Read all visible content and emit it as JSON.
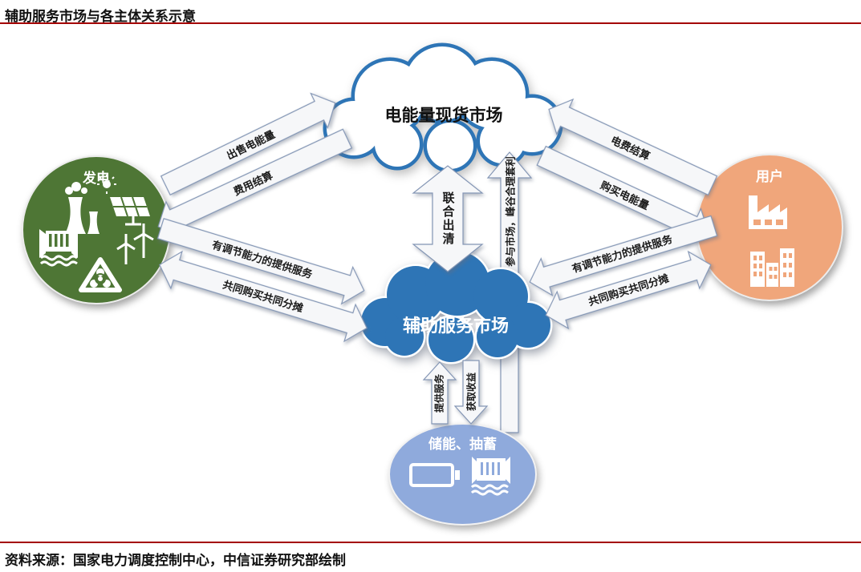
{
  "page": {
    "title": "辅助服务市场与各主体关系示意",
    "source": "资料来源：国家电力调度控制中心，中信证券研究部绘制"
  },
  "nodes": {
    "spot_market": {
      "label": "电能量现货市场"
    },
    "ancillary_market": {
      "label": "辅助服务市场"
    },
    "generation": {
      "label": "发电",
      "icons": [
        "cooling-tower-icon",
        "solar-panel-icon",
        "hydro-dam-icon",
        "wind-turbine-icon",
        "radiation-icon"
      ]
    },
    "users": {
      "label": "用户",
      "icons": [
        "factory-icon",
        "buildings-icon"
      ]
    },
    "storage": {
      "label": "储能、抽蓄",
      "icons": [
        "battery-icon",
        "pumped-storage-icon"
      ]
    }
  },
  "arrows": {
    "sell_energy": "出售电能量",
    "fee_settlement": "费用结算",
    "electricity_fee_settlement": "电费结算",
    "buy_energy": "购买电能量",
    "joint_clearing": "联合出清",
    "participate_market_arbitrage": "参与市场，峰谷合理套利",
    "gen_regulation_service": "有调节能力的提供服务",
    "gen_joint_purchase_share": "共同购买共同分摊",
    "user_regulation_service": "有调节能力的提供服务",
    "user_joint_purchase_share": "共同购买共同分摊",
    "provide_service": "提供服务",
    "gain_revenue": "获取收益"
  },
  "colors": {
    "accent_red": "#A40000",
    "cloud_blue": "#2E75B6",
    "generation_green": "#4E7635",
    "users_orange": "#F0A67B",
    "storage_blue": "#8FAADC",
    "arrow_fill": "#F6F7F9",
    "arrow_border": "#8496B5"
  }
}
